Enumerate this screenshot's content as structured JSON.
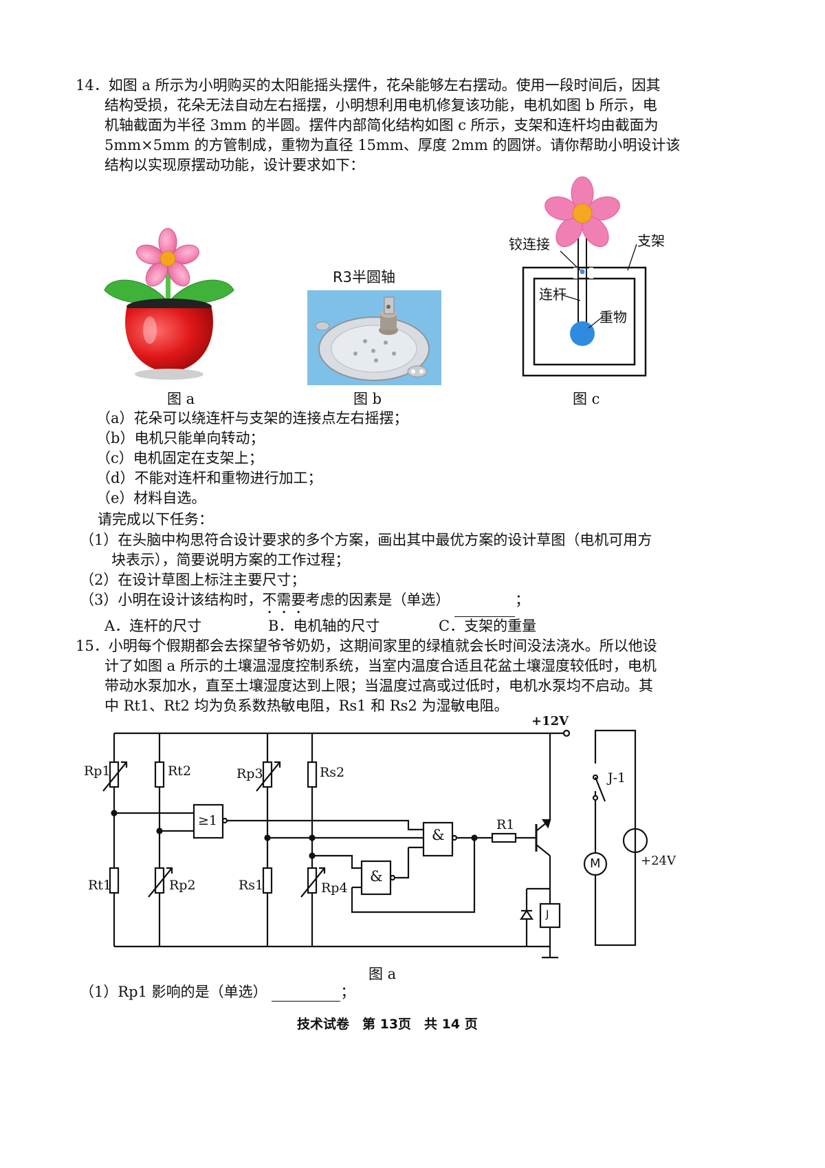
{
  "q14": {
    "lines": [
      "14．如图 a 所示为小明购买的太阳能摇头摆件，花朵能够左右摆动。使用一段时间后，因其",
      "结构受损，花朵无法自动左右摇摆，小明想利用电机修复该功能，电机如图 b 所示，电",
      "机轴截面为半径 3mm 的半圆。摆件内部简化结构如图 c 所示，支架和连杆均由截面为",
      "5mm×5mm 的方管制成，重物为直径 15mm、厚度 2mm 的圆饼。请你帮助小明设计该",
      "结构以实现原摆动功能，设计要求如下："
    ],
    "fig_a_caption": "图 a",
    "fig_b_caption": "图 b",
    "fig_c_caption": "图 c",
    "fig_b_label": "R3半圆轴",
    "fig_c_labels": {
      "hinge": "铰连接",
      "bracket": "支架",
      "rod": "连杆",
      "weight": "重物"
    },
    "requirements": [
      "（a）花朵可以绕连杆与支架的连接点左右摇摆；",
      "（b）电机只能单向转动；",
      "（c）电机固定在支架上；",
      "（d）不能对连杆和重物进行加工；",
      "（e）材料自选。"
    ],
    "task_intro": "请完成以下任务：",
    "tasks": [
      "（1）在头脑中构思符合设计要求的多个方案，画出其中最优方案的设计草图（电机可用方",
      "块表示），简要说明方案的工作过程；",
      "（2）在设计草图上标注主要尺寸；"
    ],
    "task3_prefix": "（3）小明在设计该结构时，",
    "task3_emph": "不需要",
    "task3_suffix": "考虑的因素是（单选）",
    "task3_end": "；",
    "options": [
      "A．连杆的尺寸",
      "B．电机轴的尺寸",
      "C．支架的重量"
    ]
  },
  "q15": {
    "lines": [
      "15．小明每个假期都会去探望爷爷奶奶，这期间家里的绿植就会长时间没法浇水。所以他设",
      "计了如图 a 所示的土壤温湿度控制系统，当室内温度合适且花盆土壤湿度较低时，电机",
      "带动水泵加水，直至土壤湿度达到上限；当温度过高或过低时，电机水泵均不启动。其",
      "中 Rt1、Rt2 均为负系数热敏电阻，Rs1 和 Rs2 为湿敏电阻。"
    ],
    "circuit": {
      "v12": "+12V",
      "v24": "+24V",
      "rp1": "Rp1",
      "rt2": "Rt2",
      "rp3": "Rp3",
      "rs2": "Rs2",
      "rt1": "Rt1",
      "rp2": "Rp2",
      "rs1": "Rs1",
      "rp4": "Rp4",
      "or_gate": "≥1",
      "and_gate1": "&",
      "and_gate2": "&",
      "r1": "R1",
      "relay_switch": "J-1",
      "relay_coil": "J",
      "motor": "M"
    },
    "fig_caption": "图 a",
    "sub1_prefix": "（1）Rp1 影响的是（单选）",
    "sub1_end": "；"
  },
  "footer": "技术试卷　第 13页　共 14 页"
}
